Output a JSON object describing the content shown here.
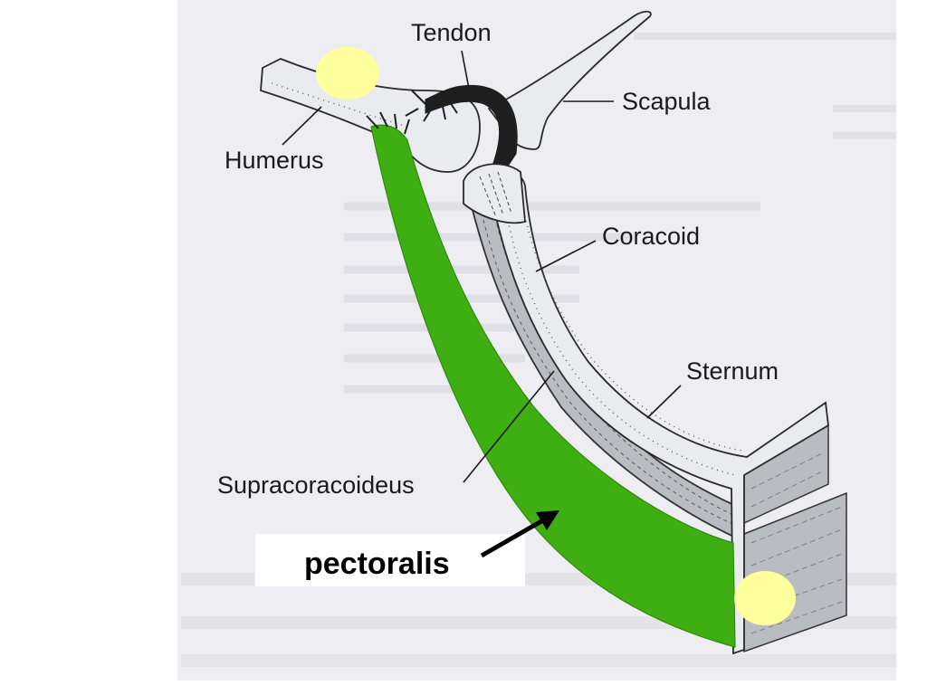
{
  "diagram": {
    "labels": {
      "tendon": "Tendon",
      "scapula": "Scapula",
      "humerus": "Humerus",
      "coracoid": "Coracoid",
      "sternum": "Sternum",
      "supracoracoideus": "Supracoracoideus",
      "pectoralis": "pectoralis"
    },
    "colors": {
      "pectoralis_muscle": "#3fae12",
      "attachment_marker": "#ffff9e",
      "bone": "#e9ebee",
      "background_page": "#eeedf1",
      "supracoracoideus_muscle": "#b9bcc0",
      "tendon": "#1f1f1f"
    }
  }
}
